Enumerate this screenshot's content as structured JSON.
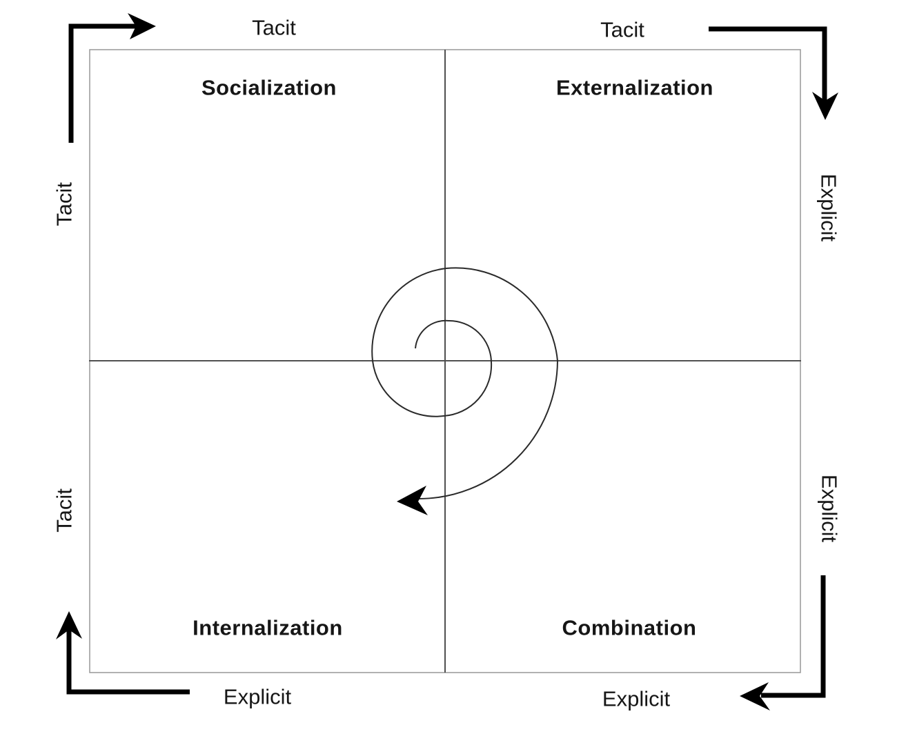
{
  "quadrants": {
    "top_left": "Socialization",
    "top_right": "Externalization",
    "bottom_left": "Internalization",
    "bottom_right": "Combination"
  },
  "edge_labels": {
    "top_left": "Tacit",
    "top_right": "Tacit",
    "left_upper": "Tacit",
    "left_lower": "Tacit",
    "right_upper": "Explicit",
    "right_lower": "Explicit",
    "bottom_left": "Explicit",
    "bottom_right": "Explicit"
  },
  "icons": {
    "corner_arrows": "thick L-shaped cycle arrows (top-left right, top-right down, bottom-left up, bottom-right left)",
    "spiral": "clockwise outward knowledge spiral with leftward arrowhead"
  },
  "colors": {
    "background": "#ffffff",
    "border": "#979797",
    "divider": "#4f4f4f",
    "spiral": "#2a2a2a",
    "arrow": "#000000",
    "text": "#161616"
  }
}
